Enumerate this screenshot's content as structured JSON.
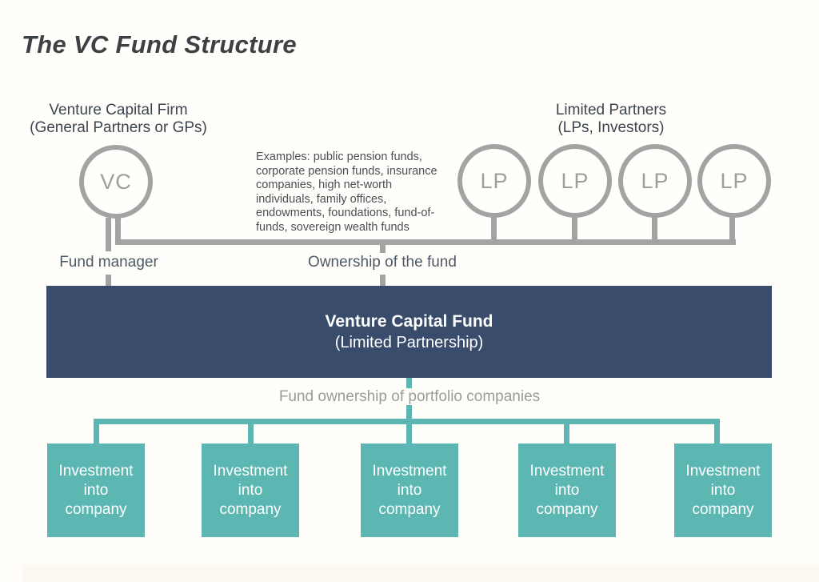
{
  "title": "The VC Fund Structure",
  "gp_section": {
    "label_line1": "Venture Capital Firm",
    "label_line2": "(General Partners or GPs)",
    "node_label": "VC"
  },
  "lp_section": {
    "label_line1": "Limited Partners",
    "label_line2": "(LPs, Investors)",
    "nodes": [
      "LP",
      "LP",
      "LP",
      "LP"
    ]
  },
  "examples_note": "Examples: public pension funds, corporate pension funds, insurance companies, high net-worth individuals, family offices, endowments, foundations, fund-of-funds, sovereign wealth funds",
  "edges": {
    "fund_manager_label": "Fund manager",
    "ownership_label": "Ownership of the fund",
    "portfolio_label": "Fund ownership of portfolio companies"
  },
  "fund_box": {
    "line1": "Venture Capital Fund",
    "line2": "(Limited Partnership)"
  },
  "portfolio": {
    "boxes": [
      "Investment\ninto\ncompany",
      "Investment\ninto\ncompany",
      "Investment\ninto\ncompany",
      "Investment\ninto\ncompany",
      "Investment\ninto\ncompany"
    ]
  },
  "colors": {
    "navy": "#3A4C6B",
    "teal": "#5CB6B1",
    "line_gray": "#A3A3A3",
    "label_gray": "#9B9B9B",
    "slate_label": "#4E5A67",
    "text_dark": "#3C454F"
  }
}
